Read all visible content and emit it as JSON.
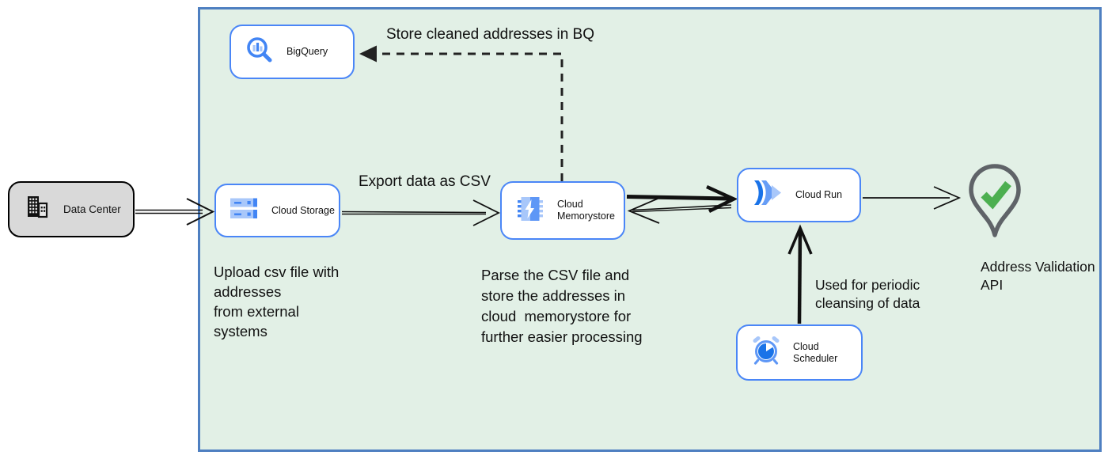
{
  "diagram_type": "architecture-flow",
  "colors": {
    "canvas_bg": "#ffffff",
    "boundary_fill": "#e2f0e6",
    "boundary_border": "#4e7fc1",
    "node_border": "#4a86f7",
    "node_fill": "#ffffff",
    "external_node_fill": "#d9d9d9",
    "external_node_border": "#000000",
    "edge_color": "#111111",
    "icon_blue": "#4285f4",
    "icon_blue_mid": "#669df6",
    "icon_blue_light": "#a8c7fa",
    "icon_blue_dark": "#1a73e8",
    "check_green": "#4caf50",
    "pin_gray": "#5f6368",
    "text_color": "#111111"
  },
  "nodes": {
    "data_center": {
      "label": "Data Center",
      "icon": "building-icon"
    },
    "bigquery": {
      "label": "BigQuery",
      "icon": "bigquery-magnifier-icon"
    },
    "cloud_storage": {
      "label": "Cloud Storage",
      "icon": "storage-disks-icon"
    },
    "cloud_memorystore": {
      "label": "Cloud Memorystore",
      "icon": "memorystore-chip-icon"
    },
    "cloud_run": {
      "label": "Cloud Run",
      "icon": "cloud-run-chevrons-icon"
    },
    "cloud_scheduler": {
      "label": "Cloud Scheduler",
      "icon": "scheduler-clock-icon"
    },
    "address_validation": {
      "label": "Address Validation API",
      "icon": "map-pin-check-icon"
    }
  },
  "edge_labels": {
    "store_cleaned_bq": "Store cleaned addresses in BQ",
    "export_csv": "Export data as CSV",
    "periodic_cleansing": "Used for periodic\ncleansing of data"
  },
  "annotations": {
    "upload_csv": "Upload csv file with\naddresses\nfrom external\nsystems",
    "parse_csv": "Parse the CSV file and\nstore the addresses in\ncloud  memorystore for\nfurther easier processing"
  }
}
